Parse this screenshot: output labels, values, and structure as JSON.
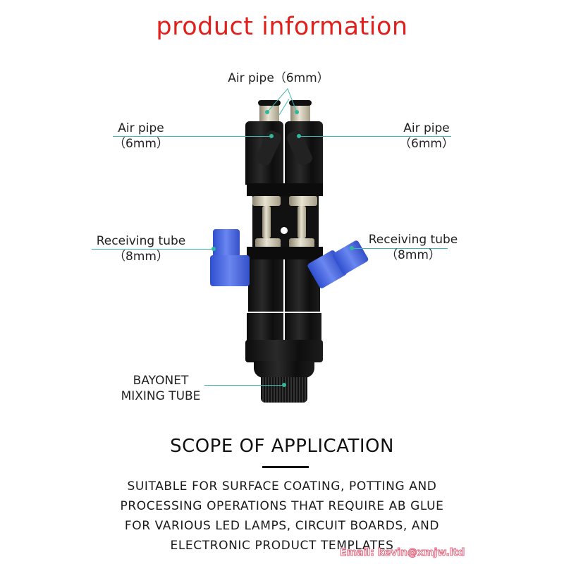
{
  "title": "product information",
  "labels": {
    "air_pipe_top": "Air pipe（6mm）",
    "air_pipe_left": {
      "line1": "Air pipe",
      "line2": "（6mm）"
    },
    "air_pipe_right": {
      "line1": "Air pipe",
      "line2": "（6mm）"
    },
    "receiving_left": {
      "line1": "Receiving tube",
      "line2": "（8mm）"
    },
    "receiving_right": {
      "line1": "Receiving tube",
      "line2": "（8mm）"
    },
    "bayonet": {
      "line1": "BAYONET",
      "line2": "MIXING TUBE"
    }
  },
  "scope": {
    "heading": "SCOPE OF APPLICATION",
    "lines": [
      "SUITABLE FOR SURFACE COATING, POTTING AND",
      "PROCESSING OPERATIONS THAT REQUIRE AB GLUE",
      "FOR VARIOUS LED LAMPS, CIRCUIT BOARDS, AND",
      "ELECTRONIC PRODUCT TEMPLATES"
    ]
  },
  "watermark": "Email: kevin@xmjw.ltd",
  "colors": {
    "title": "#e0201c",
    "leader_line": "#3fb7b0",
    "fitting_blue": "#4a66e0"
  }
}
